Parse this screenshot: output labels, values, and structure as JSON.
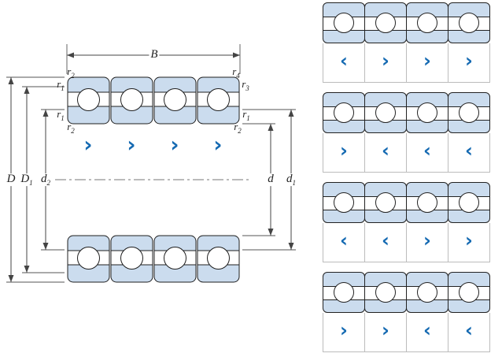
{
  "colors": {
    "bearing_fill": "#cbdcee",
    "outline": "#1f1f1f",
    "arrow_blue": "#156ab2",
    "dimension_line": "#444444"
  },
  "main_diagram": {
    "labels": {
      "B": {
        "base": "B",
        "sub": ""
      },
      "D": {
        "base": "D",
        "sub": ""
      },
      "D1": {
        "base": "D",
        "sub": "1"
      },
      "d2": {
        "base": "d",
        "sub": "2"
      },
      "d": {
        "base": "d",
        "sub": ""
      },
      "d1": {
        "base": "d",
        "sub": "1"
      },
      "r_top_left_outer": {
        "base": "r",
        "sub": "2"
      },
      "r_top_left_inner": {
        "base": "r",
        "sub": "1"
      },
      "r_top_right_outer": {
        "base": "r",
        "sub": "4"
      },
      "r_top_right_inner": {
        "base": "r",
        "sub": "3"
      },
      "r_mid_left_upper": {
        "base": "r",
        "sub": "1"
      },
      "r_mid_left_lower": {
        "base": "r",
        "sub": "2"
      },
      "r_mid_right_upper": {
        "base": "r",
        "sub": "1"
      },
      "r_mid_right_lower": {
        "base": "r",
        "sub": "2"
      }
    },
    "arrows": [
      "›",
      "›",
      "›",
      "›"
    ]
  },
  "right_panel": {
    "rows": [
      {
        "arrows": [
          "‹",
          "›",
          "›",
          "›"
        ]
      },
      {
        "arrows": [
          "›",
          "‹",
          "‹",
          "‹"
        ]
      },
      {
        "arrows": [
          "‹",
          "‹",
          "›",
          "›"
        ]
      },
      {
        "arrows": [
          "›",
          "›",
          "‹",
          "‹"
        ]
      }
    ]
  }
}
